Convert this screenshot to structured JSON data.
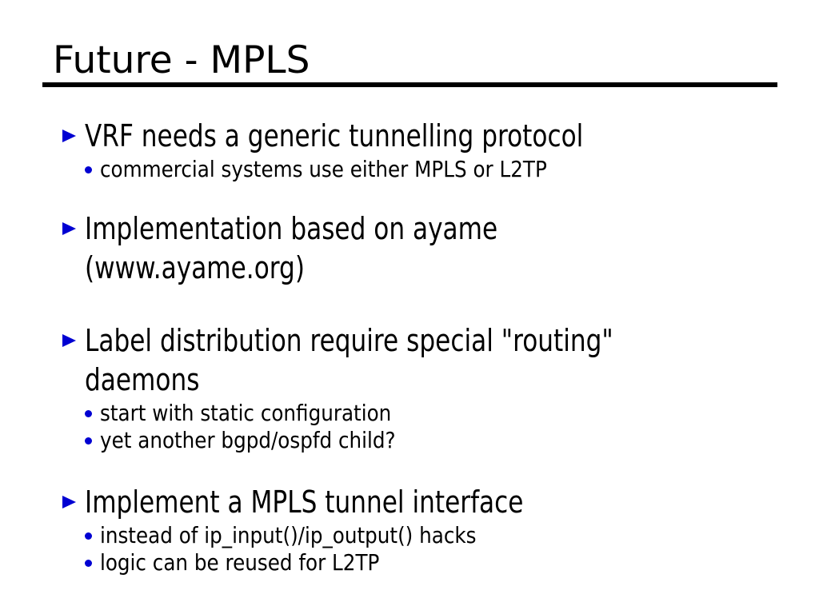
{
  "slide": {
    "title": "Future - MPLS",
    "accent_color": "#0000d2",
    "bullets": [
      {
        "lines": [
          "VRF needs a generic tunnelling protocol"
        ],
        "subs": [
          "commercial systems use either MPLS or L2TP"
        ]
      },
      {
        "lines": [
          "Implementation based on ayame",
          "(www.ayame.org)"
        ],
        "subs": []
      },
      {
        "lines": [
          "Label distribution require special \"routing\"",
          "daemons"
        ],
        "subs": [
          "start with static configuration",
          "yet another bgpd/ospfd child?"
        ]
      },
      {
        "lines": [
          "Implement a MPLS tunnel interface"
        ],
        "subs": [
          "instead of ip_input()/ip_output() hacks",
          "logic can be reused for L2TP"
        ]
      }
    ]
  }
}
